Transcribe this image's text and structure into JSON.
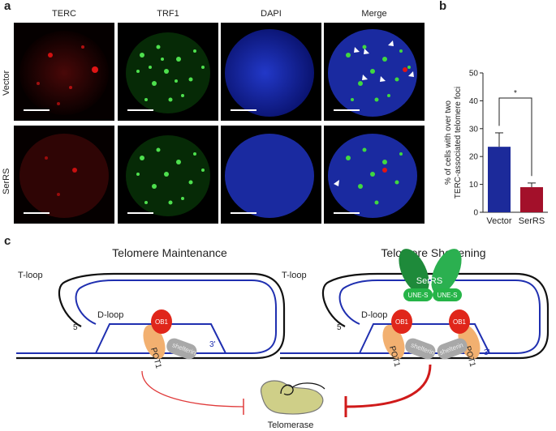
{
  "panel_a": {
    "letter": "a",
    "columns": [
      "TERC",
      "TRF1",
      "DAPI",
      "Merge"
    ],
    "rows": [
      "Vector",
      "SerRS"
    ]
  },
  "panel_b": {
    "letter": "b",
    "significance": "*"
  },
  "chart_data": {
    "type": "bar",
    "categories": [
      "Vector",
      "SerRS"
    ],
    "values": [
      23.5,
      9
    ],
    "errors": [
      5,
      1.5
    ],
    "ylabel": "% of cells with over two TERC-associated telomere foci",
    "ylabel_lines": [
      "% of cells with over two",
      "TERC-associated telomere foci"
    ],
    "yticks": [
      0,
      10,
      20,
      30,
      40,
      50
    ],
    "ylim": [
      0,
      50
    ],
    "colors": [
      "#1c2a9a",
      "#a3102a"
    ]
  },
  "panel_c": {
    "letter": "c",
    "left_title": "Telomere Maintenance",
    "right_title": "Telomere Shortening",
    "t_loop": "T-loop",
    "d_loop": "D-loop",
    "five_prime": "5'",
    "three_prime": "3'",
    "ob1": "OB1",
    "pot1": "POT1",
    "shelterin": "shelterin",
    "serrs": "SerRS",
    "une_s": "UNE-S",
    "telomerase": "Telomerase"
  }
}
